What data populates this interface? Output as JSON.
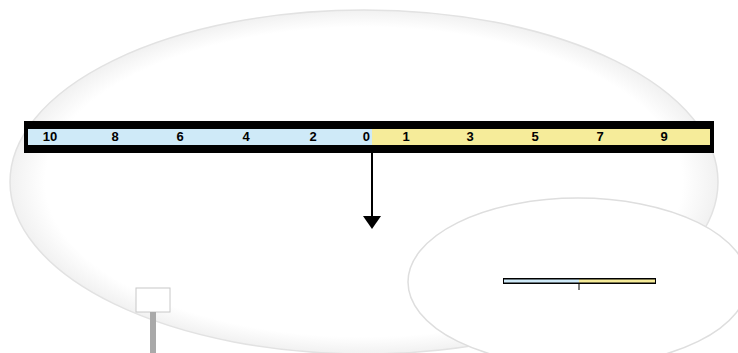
{
  "diagram": {
    "nodes": [
      {
        "text": [
          "10",
          "8",
          "6",
          "4",
          "2",
          "0"
        ]
      },
      {
        "text": [
          "1",
          "3",
          "5",
          "7",
          "9"
        ]
      }
    ]
  }
}
